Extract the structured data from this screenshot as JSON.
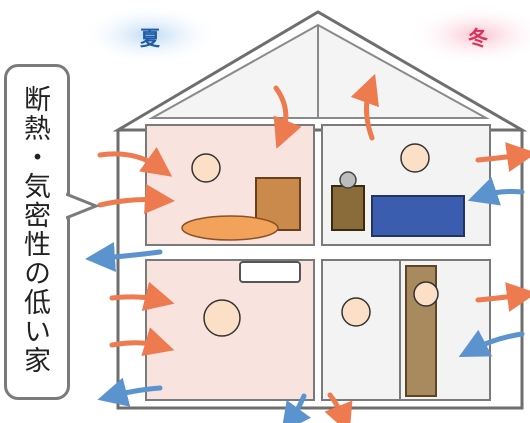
{
  "seasons": {
    "summer": "夏",
    "winter": "冬"
  },
  "label": "断熱・気密性の低い家",
  "colors": {
    "summer_text": "#1f5aa6",
    "winter_text": "#d9305a",
    "warm_arrow": "#ee7a4f",
    "cool_arrow": "#5b93cf",
    "house_line": "#6e6e6e"
  }
}
